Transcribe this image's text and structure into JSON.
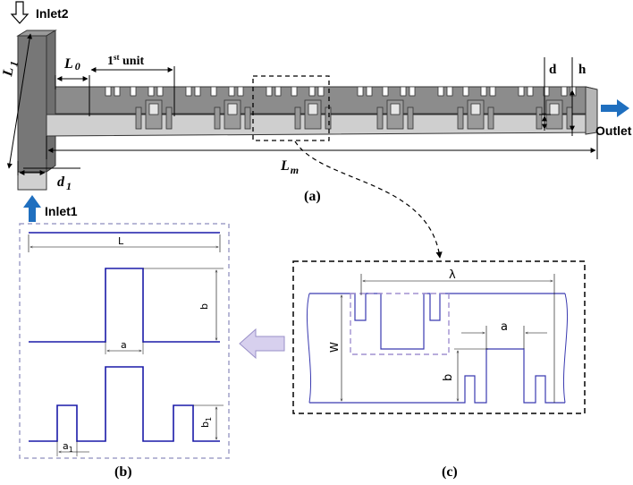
{
  "labels": {
    "inlet2": "Inlet2",
    "inlet1": "Inlet1",
    "outlet": "Outlet",
    "L0": "L",
    "L0_sub": "0",
    "L1": "L",
    "L1_sub": "1",
    "d1": "d",
    "d1_sub": "1",
    "Lm": "L",
    "Lm_sub": "m",
    "unit": "1",
    "unit_sup": "st",
    "unit_word": " unit",
    "d": "d",
    "h": "h",
    "panel_a": "(a)",
    "panel_b": "(b)",
    "panel_c": "(c)",
    "b_L": "L",
    "b_a": "a",
    "b_b": "b",
    "b_a1": "a",
    "b_a1_sub": "1",
    "b_b1": "b",
    "b_b1_sub": "1",
    "c_lambda": "λ",
    "c_a": "a",
    "c_W": "W",
    "c_b": "b"
  },
  "colors": {
    "channel_top": "#8a8a8a",
    "channel_front": "#c9c9c9",
    "channel_dark": "#5a5a5a",
    "arrow_blue": "#1f6fbf",
    "outline_blue": "#1a1aa8",
    "dashed_box": "#a0a0c8",
    "lavender_arrow": "#b8b0d8"
  }
}
